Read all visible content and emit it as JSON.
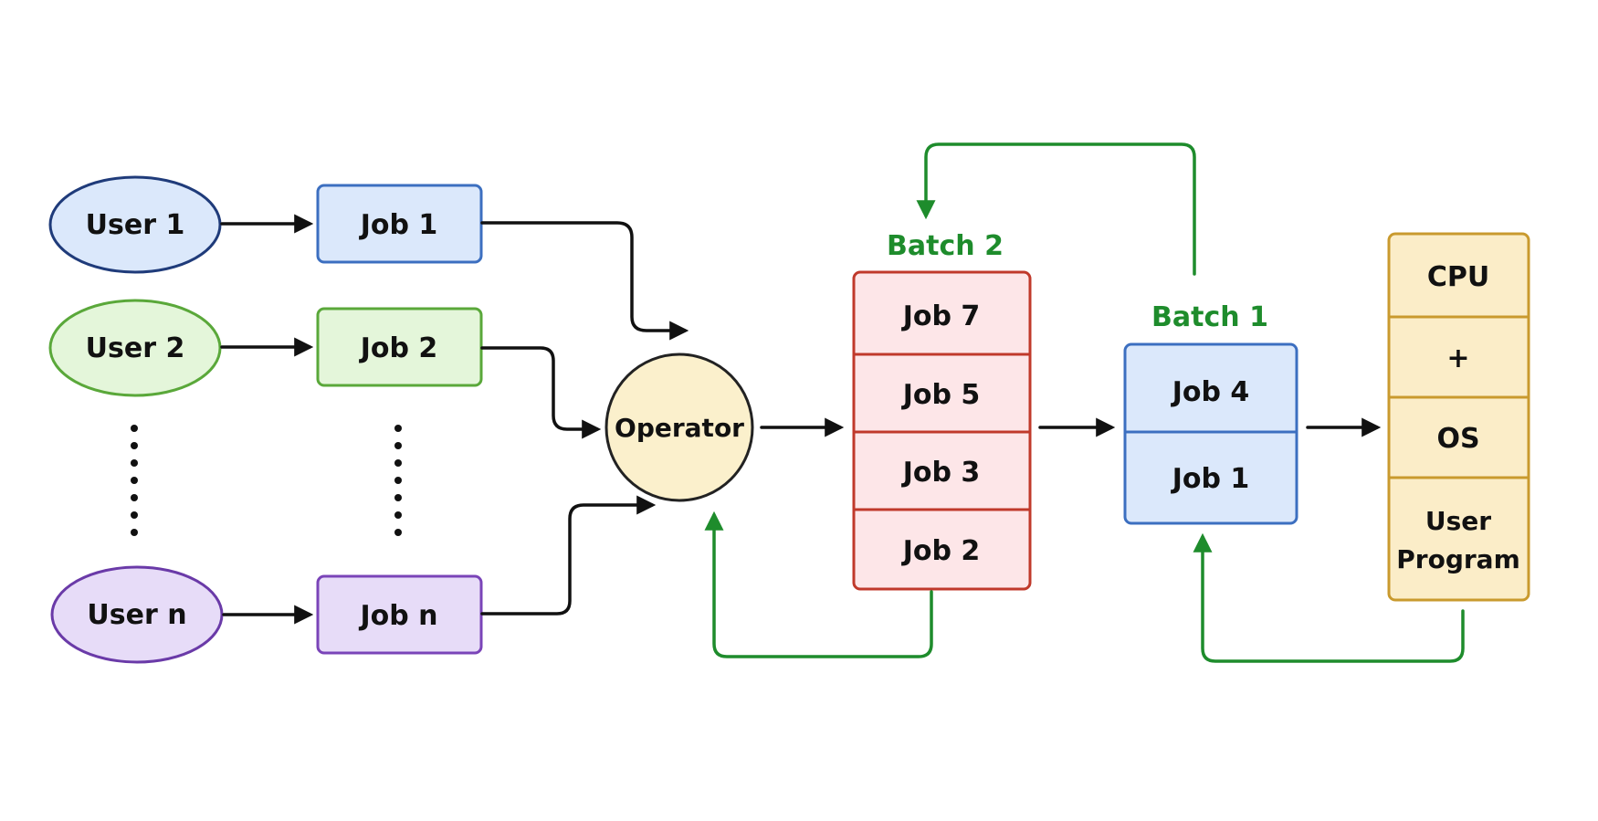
{
  "colors": {
    "arrow_black": "#111111",
    "arrow_green": "#1e8c2c",
    "user1": {
      "fill": "#dbe8fb",
      "stroke": "#1f3b7a"
    },
    "user2": {
      "fill": "#e4f6da",
      "stroke": "#5aa83a"
    },
    "usern": {
      "fill": "#e7dcf8",
      "stroke": "#6a3aa8"
    },
    "job1": {
      "fill": "#dbe8fb",
      "stroke": "#3c6fc0"
    },
    "job2": {
      "fill": "#e4f6da",
      "stroke": "#5aa83a"
    },
    "jobn": {
      "fill": "#e7dcf8",
      "stroke": "#7a44b8"
    },
    "operator": {
      "fill": "#fbf0cc",
      "stroke": "#222222"
    },
    "batch2": {
      "fill": "#fde6e8",
      "stroke": "#c0392b"
    },
    "batch1": {
      "fill": "#dbe8fb",
      "stroke": "#3c6fc0"
    },
    "cpu_stack": {
      "fill": "#fbedc8",
      "stroke": "#c99a2e"
    }
  },
  "users": [
    {
      "label": "User 1"
    },
    {
      "label": "User 2"
    },
    {
      "label": "User n"
    }
  ],
  "jobs": [
    {
      "label": "Job 1"
    },
    {
      "label": "Job 2"
    },
    {
      "label": "Job n"
    }
  ],
  "operator": {
    "label": "Operator"
  },
  "batch2": {
    "title": "Batch 2",
    "jobs": [
      "Job 7",
      "Job 5",
      "Job 3",
      "Job 2"
    ]
  },
  "batch1": {
    "title": "Batch 1",
    "jobs": [
      "Job 4",
      "Job 1"
    ]
  },
  "cpu_stack": {
    "cells": [
      "CPU",
      "+",
      "OS",
      "User",
      "Program"
    ]
  }
}
